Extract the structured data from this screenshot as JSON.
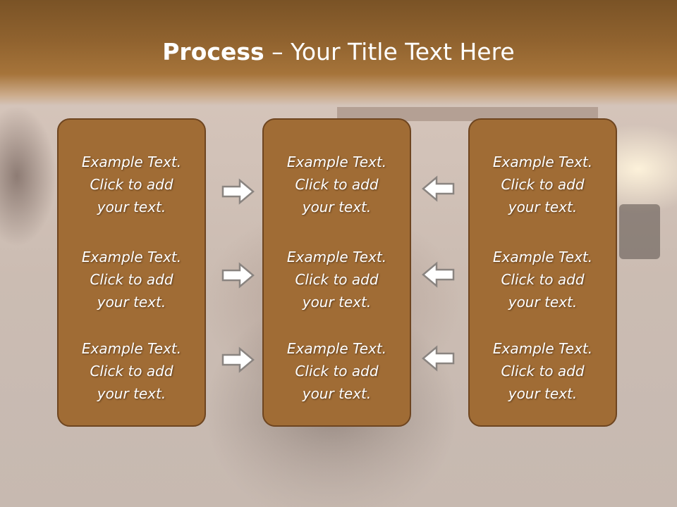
{
  "slide": {
    "title_bold": "Process",
    "title_rest": " – Your Title Text Here"
  },
  "columns": [
    {
      "items": [
        {
          "line1": "Example Text.",
          "line2": "Click  to add",
          "line3": "your text."
        },
        {
          "line1": "Example Text.",
          "line2": "Click  to add",
          "line3": "your text."
        },
        {
          "line1": "Example Text.",
          "line2": "Click  to add",
          "line3": "your text."
        }
      ]
    },
    {
      "items": [
        {
          "line1": "Example Text.",
          "line2": "Click  to add",
          "line3": "your text."
        },
        {
          "line1": "Example Text.",
          "line2": "Click  to add",
          "line3": "your text."
        },
        {
          "line1": "Example Text.",
          "line2": "Click  to add",
          "line3": "your text."
        }
      ]
    },
    {
      "items": [
        {
          "line1": "Example Text.",
          "line2": "Click  to add",
          "line3": "your text."
        },
        {
          "line1": "Example Text.",
          "line2": "Click  to add",
          "line3": "your text."
        },
        {
          "line1": "Example Text.",
          "line2": "Click  to add",
          "line3": "your text."
        }
      ]
    }
  ],
  "arrows": {
    "left_group": [
      "arrow-right-icon",
      "arrow-right-icon",
      "arrow-right-icon"
    ],
    "right_group": [
      "arrow-left-icon",
      "arrow-left-icon",
      "arrow-left-icon"
    ]
  },
  "colors": {
    "title_band": "#91632f",
    "box_fill": "#a06c35",
    "box_border": "#6e4520",
    "text": "#ffffff",
    "arrow_fill": "#ffffff",
    "arrow_stroke": "#8a8480"
  }
}
